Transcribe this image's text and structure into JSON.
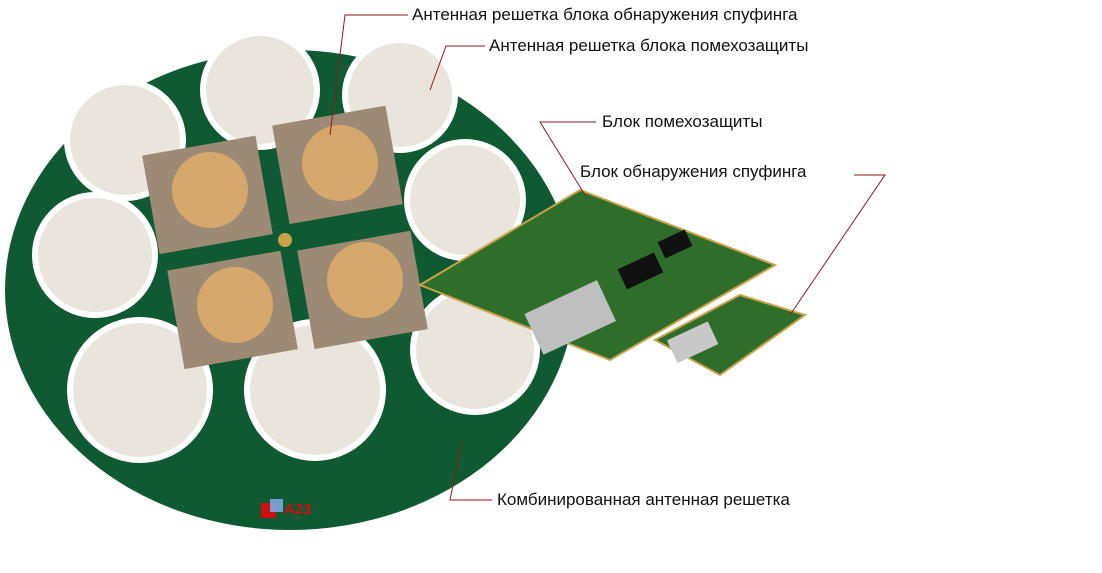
{
  "labels": {
    "spoof_array": "Антенная решетка блока обнаружения спуфинга",
    "ajam_array": "Антенная решетка блока помехозащиты",
    "ajam_unit": "Блок помехозащиты",
    "spoof_unit": "Блок обнаружения спуфинга",
    "combined_array": "Комбинированная антенная решетка"
  },
  "logo": {
    "text": "A23"
  },
  "colors": {
    "leader": "#8b1a1a",
    "board": "#0f5a32",
    "disk": "#e9e4dc",
    "patch": "#d7a86b"
  }
}
